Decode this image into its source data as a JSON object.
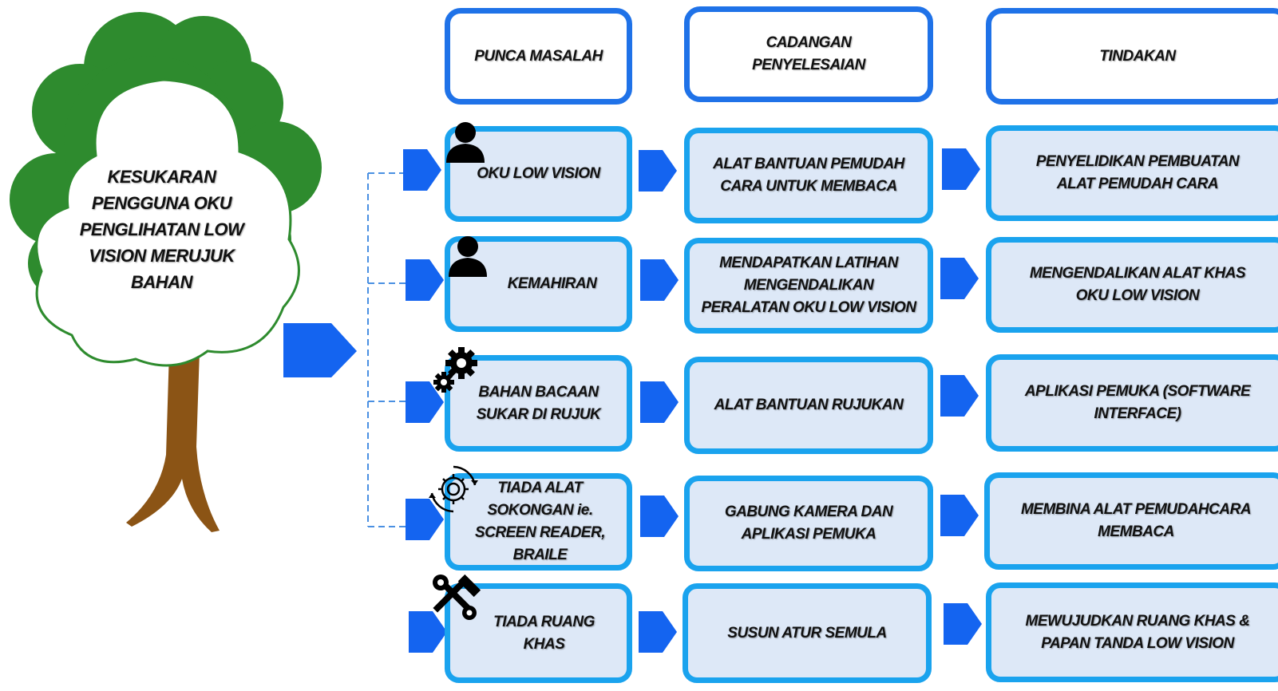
{
  "tree": {
    "problem": "KESUKARAN PENGGUNA OKU PENGLIHATAN LOW VISION MERUJUK BAHAN"
  },
  "headers": {
    "cause": "PUNCA MASALAH",
    "solution": "CADANGAN PENYELESAIAN",
    "action": "TINDAKAN"
  },
  "rows": [
    {
      "icon": "user-icon",
      "cause": "OKU LOW VISION",
      "solution": "ALAT BANTUAN PEMUDAH CARA UNTUK MEMBACA",
      "action": "PENYELIDIKAN PEMBUATAN ALAT PEMUDAH CARA"
    },
    {
      "icon": "user-icon",
      "cause": "KEMAHIRAN",
      "solution": "MENDAPATKAN LATIHAN MENGENDALIKAN PERALATAN OKU LOW VISION",
      "action": "MENGENDALIKAN ALAT KHAS OKU LOW VISION"
    },
    {
      "icon": "gears-icon",
      "cause": "BAHAN BACAAN SUKAR DI RUJUK",
      "solution": "ALAT BANTUAN RUJUKAN",
      "action": "APLIKASI PEMUKA (SOFTWARE INTERFACE)"
    },
    {
      "icon": "gear-cycle-icon",
      "cause": "TIADA ALAT SOKONGAN ie. SCREEN READER, BRAILE",
      "solution": "GABUNG KAMERA DAN APLIKASI PEMUKA",
      "action": "MEMBINA ALAT PEMUDAHCARA MEMBACA"
    },
    {
      "icon": "tools-icon",
      "cause": "TIADA RUANG KHAS",
      "solution": "SUSUN ATUR SEMULA",
      "action": "MEWUJUDKAN RUANG KHAS & PAPAN TANDA LOW VISION"
    }
  ],
  "colors": {
    "header_border": "#1f72e8",
    "cell_border": "#1aa3ee",
    "cell_fill": "#dde8f7",
    "arrow": "#1464f0",
    "foliage": "#2e8b2e",
    "trunk": "#8b5415",
    "connector": "#4a90e2"
  }
}
